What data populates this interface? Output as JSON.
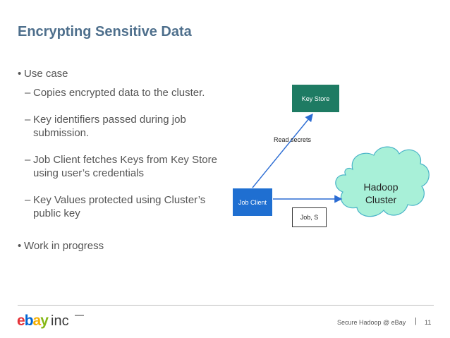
{
  "slide": {
    "title": "Encrypting Sensitive Data",
    "bullets": {
      "use_case": "Use case",
      "sub": [
        "Copies encrypted data to the cluster.",
        "Key identifiers passed during job submission.",
        "Job Client fetches Keys from Key Store using user’s credentials",
        "Key Values protected using Cluster’s public key"
      ],
      "wip": "Work in progress"
    }
  },
  "diagram": {
    "key_store": "Key Store",
    "job_client": "Job Client",
    "job_s": "Job, S",
    "read_secrets": "Read secrets",
    "cluster_line1": "Hadoop",
    "cluster_line2": "Cluster"
  },
  "footer": {
    "logo_text": "ebay inc",
    "text": "Secure Hadoop @ eBay",
    "separator": "|",
    "page": "11"
  },
  "colors": {
    "title": "#4e6f8c",
    "key_store": "#1e7b63",
    "job_client": "#1f6fd1",
    "cloud_fill": "#a8f0d8",
    "arrow": "#2b6cd3"
  }
}
